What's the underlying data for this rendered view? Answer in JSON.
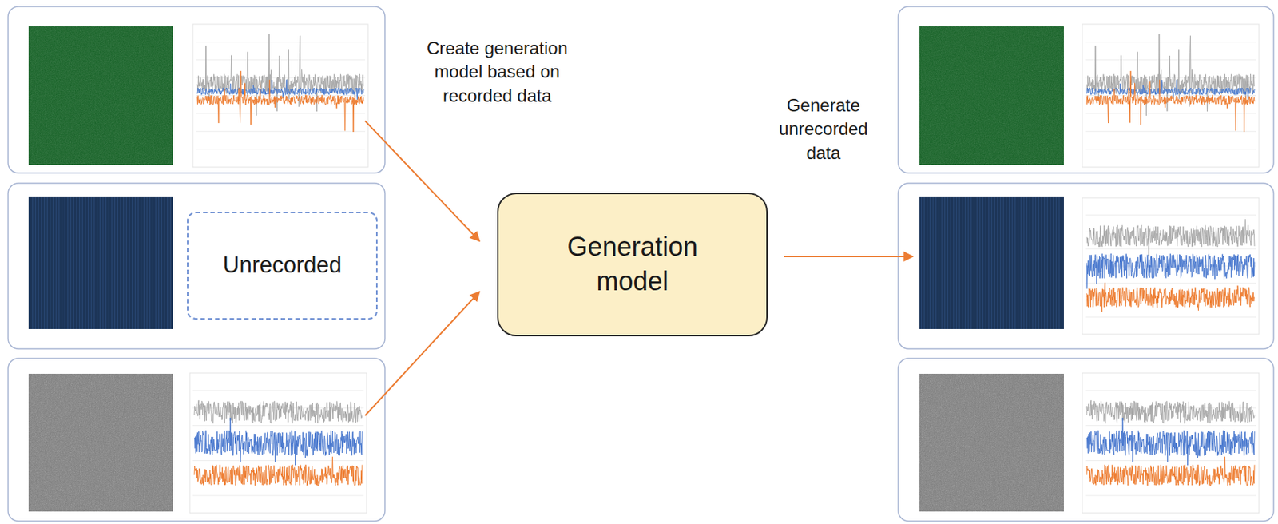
{
  "diagram": {
    "nodes": [
      {
        "text": [
          "Unrecorded"
        ]
      },
      {
        "text": [
          "Generation model"
        ]
      }
    ],
    "labels": [
      "Create generation model based on recorded data",
      "Generate unrecorded data"
    ]
  }
}
